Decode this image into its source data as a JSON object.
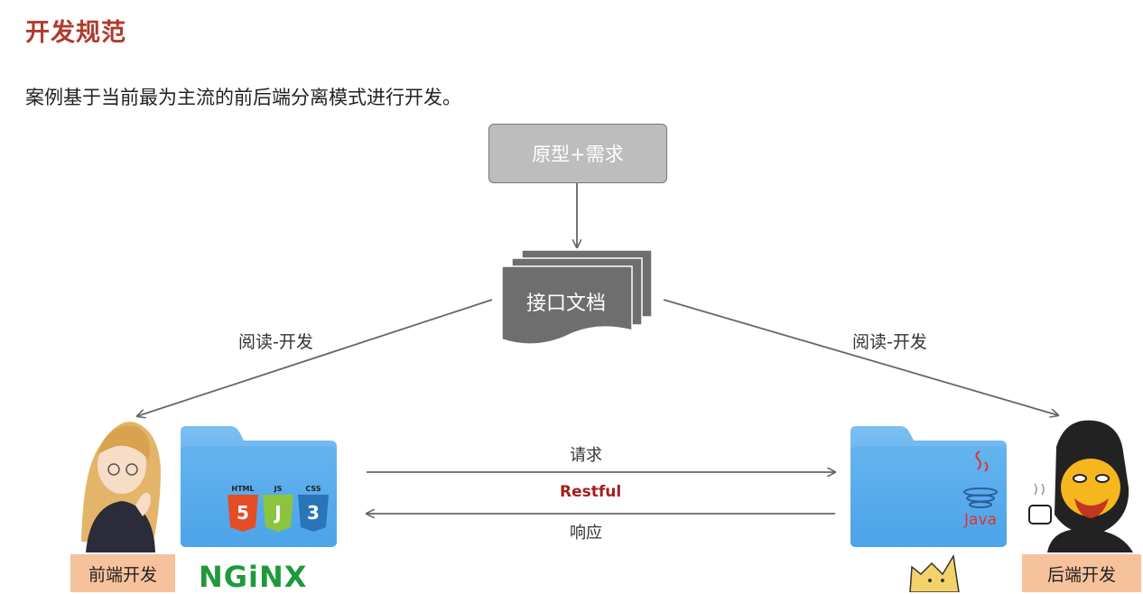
{
  "title": "开发规范",
  "intro": "案例基于当前最为主流的前后端分离模式进行开发。",
  "diagram": {
    "prototype": "原型+需求",
    "api_doc": "接口文档",
    "read_left": "阅读-开发",
    "read_right": "阅读-开发",
    "request": "请求",
    "restful": "Restful",
    "response": "响应",
    "frontend": "前端开发",
    "backend": "后端开发",
    "tech_front": {
      "html": "HTML",
      "js": "JS",
      "css": "CSS",
      "server": "NGiNX"
    },
    "tech_back": {
      "lang": "Java"
    }
  },
  "colors": {
    "title": "#b03a2e",
    "folder": "#4da3e8",
    "role_box": "#f6c29b",
    "doc_stack": "#6e6e6e",
    "proto_box": "#bdbdbd",
    "restful": "#a61e1e",
    "nginx": "#1f9a3a"
  }
}
